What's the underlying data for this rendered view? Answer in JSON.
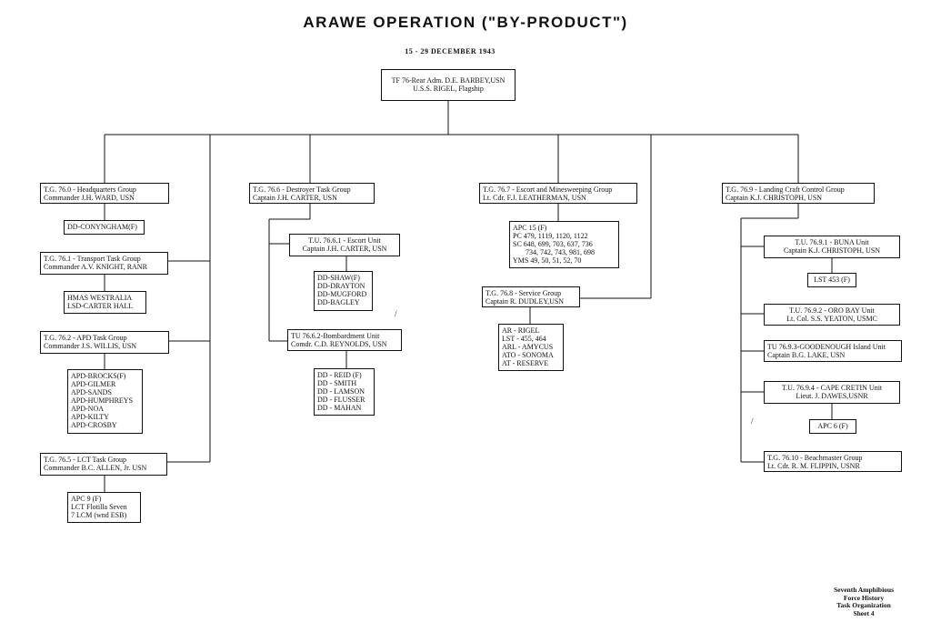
{
  "title": "ARAWE OPERATION (\"BY-PRODUCT\")",
  "dates": "15 - 29 DECEMBER 1943",
  "top": {
    "line1": "TF 76-Rear Adm. D.E. BARBEY,USN",
    "line2": "U.S.S. RIGEL, Flagship"
  },
  "col1": {
    "tg760": {
      "line1": "T.G. 76.0 - Headquarters Group",
      "line2": "Commander J.H. WARD, USN"
    },
    "tg760_ship": "DD-CONYNGHAM(F)",
    "tg761": {
      "line1": "T.G. 76.1 - Transport Task Group",
      "line2": "Commander A.V. KNIGHT, RANR"
    },
    "tg761_ships": [
      "HMAS WESTRALIA",
      "LSD-CARTER HALL"
    ],
    "tg762": {
      "line1": "T.G. 76.2 - APD Task Group",
      "line2": "Commander J.S. WILLIS, USN"
    },
    "tg762_ships": [
      "APD-BROCKS(F)",
      "APD-GILMER",
      "APD-SANDS",
      "APD-HUMPHREYS",
      "APD-NOA",
      "APD-KILTY",
      "APD-CROSBY"
    ],
    "tg765": {
      "line1": "T.G. 76.5 - LCT Task Group",
      "line2": "Commander B.C. ALLEN, Jr. USN"
    },
    "tg765_ships": [
      "APC 9 (F)",
      "LCT Flotilla Seven",
      "7 LCM (wnd ESB)"
    ]
  },
  "col2": {
    "tg766": {
      "line1": "T.G. 76.6 - Destroyer Task Group",
      "line2": "Captain J.H. CARTER, USN"
    },
    "tu7661": {
      "line1": "T.U. 76.6.1 - Escort Unit",
      "line2": "Captain J.H. CARTER, USN"
    },
    "tu7661_ships": [
      "DD-SHAW(F)",
      "DD-DRAYTON",
      "DD-MUGFORD",
      "DD-BAGLEY"
    ],
    "tu7662": {
      "line1": "TU 76.6.2-Bombardment Unit",
      "line2": "Comdr. C.D. REYNOLDS, USN"
    },
    "tu7662_ships": [
      "DD - REID (F)",
      "DD - SMITH",
      "DD - LAMSON",
      "DD - FLUSSER",
      "DD - MAHAN"
    ]
  },
  "col3": {
    "tg767": {
      "line1": "T.G. 76.7 - Escort and Minesweeping Group",
      "line2": "Lt. Cdr. F.J. LEATHERMAN, USN"
    },
    "tg767_ships": [
      "APC 15 (F)",
      "PC 479, 1119, 1120, 1122",
      "SC 648, 699, 703, 637, 736",
      "734, 742, 743, 981, 698",
      "YMS 49, 50, 51, 52, 70"
    ],
    "tg768": {
      "line1": "T.G. 76.8 - Service Group",
      "line2": "Captain R. DUDLEY,USN"
    },
    "tg768_ships": [
      "AR - RIGEL",
      "LST - 455, 464",
      "ARL - AMYCUS",
      "ATO - SONOMA",
      "AT - RESERVE"
    ]
  },
  "col4": {
    "tg769": {
      "line1": "T.G. 76.9 - Landing Craft Control Group",
      "line2": "Captain K.J. CHRISTOPH, USN"
    },
    "tu7691": {
      "line1": "T.U. 76.9.1 - BUNA Unit",
      "line2": "Captain K.J. CHRISTOPH, USN"
    },
    "tu7691_ship": "LST 453 (F)",
    "tu7692": {
      "line1": "T.U. 76.9.2 - ORO BAY Unit",
      "line2": "Lt. Col. S.S. YEATON, USMC"
    },
    "tu7693": {
      "line1": "TU 76.9.3-GOODENOUGH Island Unit",
      "line2": "Captain B.G. LAKE, USN"
    },
    "tu7694": {
      "line1": "T.U. 76.9.4 - CAPE CRETIN Unit",
      "line2": "Lieut. J. DAWES,USNR"
    },
    "tu7694_ship": "APC 6 (F)",
    "tg7610": {
      "line1": "T.G. 76.10 - Beachmaster Group",
      "line2": "Lt. Cdr. R. M. FLIPPIN, USNR"
    }
  },
  "footer": [
    "Seventh Amphibious",
    "Force History",
    "Task Organization",
    "Sheet 4"
  ]
}
